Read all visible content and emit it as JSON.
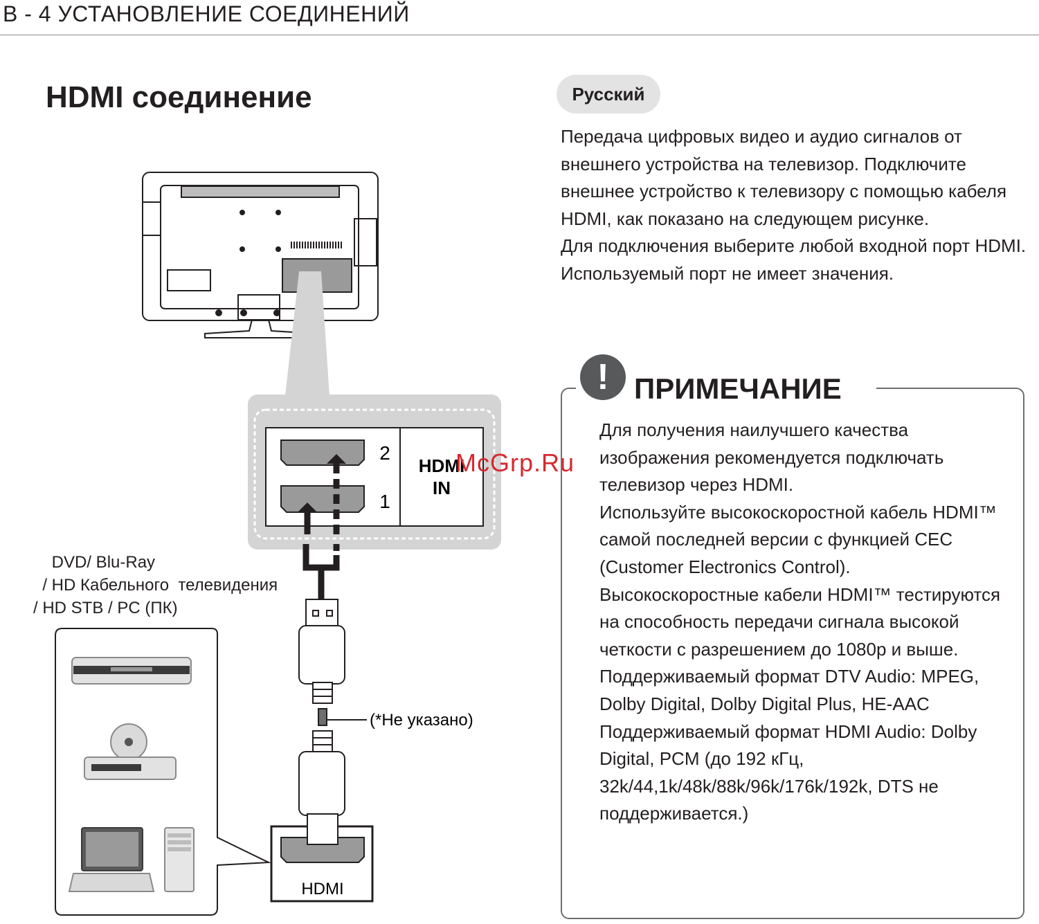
{
  "header": {
    "title": "B - 4  УСТАНОВЛЕНИЕ СОЕДИНЕНИЙ"
  },
  "page_title": "HDMI соединение",
  "language_badge": "Русский",
  "intro": [
    "Передача цифровых видео и аудио сигналов от внешнего устройства на телевизор. Подключите внешнее устройство к телевизору с помощью кабеля HDMI, как показано на следующем рисунке.",
    "Для подключения выберите любой входной порт HDMI. Используемый порт не имеет значения."
  ],
  "note": {
    "title": "ПРИМЕЧАНИЕ",
    "icon": "exclamation-icon",
    "paragraphs": [
      "Для получения наилучшего качества изображения рекомендуется подключать телевизор через HDMI.",
      "Используйте высокоскоростной кабель HDMI™ самой последней версии с функцией CEC (Customer Electronics Control).",
      "Высокоскоростные кабели HDMI™ тестируются на способность передачи сигнала высокой четкости с разрешением до 1080p и выше.",
      "Поддерживаемый формат DTV Audio: MPEG, Dolby Digital, Dolby Digital Plus, HE-AAC",
      "Поддерживаемый формат HDMI Audio: Dolby Digital, PCM (до 192 кГц, 32k/44,1k/48k/88k/96k/176k/192k, DTS не поддерживается.)"
    ]
  },
  "diagram": {
    "port_2_label": "2",
    "port_1_label": "1",
    "panel_logo": "HDMI",
    "panel_in": "IN",
    "device_caption": "    DVD/ Blu-Ray\n  / HD Кабельного  телевидения\n/ HD STB / PC (ПК)",
    "not_supplied_label": "(*Не указано)",
    "source_port_label": "HDMI"
  },
  "watermark": "McGrp.Ru"
}
